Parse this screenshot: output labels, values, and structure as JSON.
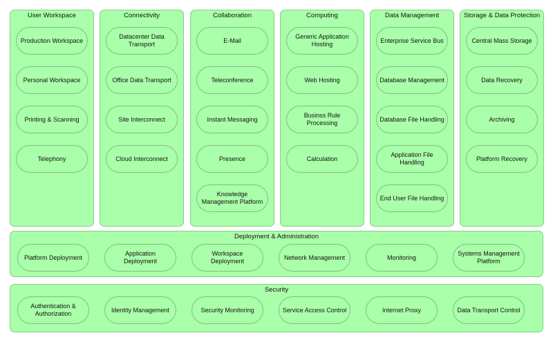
{
  "columns": [
    {
      "title": "User Workspace",
      "items": [
        "Production Workspace",
        "Personal Workspace",
        "Printing & Scanning",
        "Telephony"
      ]
    },
    {
      "title": "Connectivity",
      "items": [
        "Datacenter Data Transport",
        "Office Data Transport",
        "Site Interconnect",
        "Cloud Interconnect"
      ]
    },
    {
      "title": "Collaboration",
      "items": [
        "E-Mail",
        "Teleconference",
        "Instant Messaging",
        "Presence",
        "Knowledge Management Platform"
      ]
    },
    {
      "title": "Computing",
      "items": [
        "Generic Application Hosting",
        "Web Hosting",
        "Businss Rule Processing",
        "Calculation"
      ]
    },
    {
      "title": "Data Management",
      "items": [
        "Enterprise Service Bus",
        "Database Management",
        "Database File Handling",
        "Application File Handling",
        "End User File Handling"
      ]
    },
    {
      "title": "Storage & Data Protection",
      "items": [
        "Central Mass Storage",
        "Data Recovery",
        "Archiving",
        "Platform Recovery"
      ]
    }
  ],
  "rows": [
    {
      "title": "Deployment & Administration",
      "items": [
        "Platform Deployment",
        "Application Deployment",
        "Workspace Deployment",
        "Network Management",
        "Monitoring",
        "Systems Management Platform"
      ]
    },
    {
      "title": "Security",
      "items": [
        "Authentication & Authorization",
        "Identity Management",
        "Security Monitoring",
        "Service Access Control",
        "Internet Proxy",
        "Data Transport Control"
      ]
    }
  ],
  "colors": {
    "fill": "#aaffaa",
    "border": "#88cc88"
  }
}
